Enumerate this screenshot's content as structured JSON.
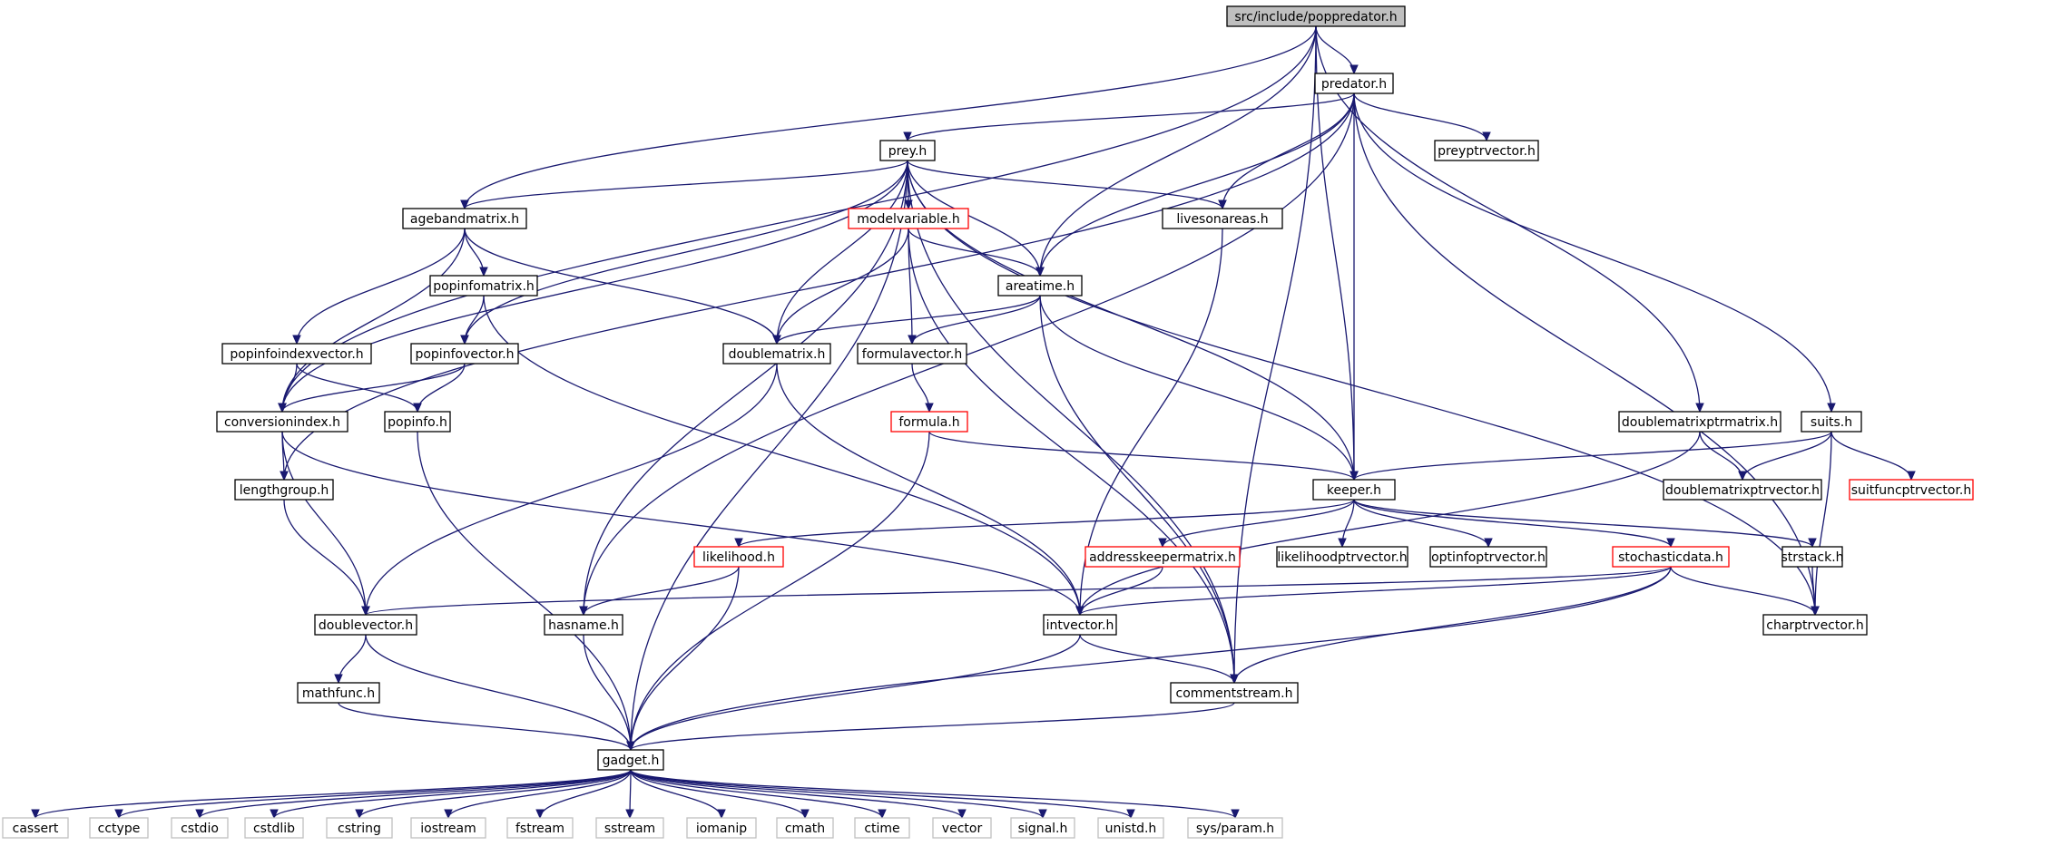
{
  "graph": {
    "title": "src/include/poppredator.h",
    "colors": {
      "edge": "#191970",
      "root_fill": "#bfbfbf",
      "node_border": "#000000",
      "missing_border": "#ff0000",
      "system_border": "#bfbfbf"
    },
    "nodes": [
      {
        "id": "poppredator",
        "label": "src/include/poppredator.h",
        "kind": "root"
      },
      {
        "id": "predator",
        "label": "predator.h",
        "kind": "file"
      },
      {
        "id": "preyptrvector",
        "label": "preyptrvector.h",
        "kind": "file"
      },
      {
        "id": "prey",
        "label": "prey.h",
        "kind": "file"
      },
      {
        "id": "agebandmatrix",
        "label": "agebandmatrix.h",
        "kind": "file"
      },
      {
        "id": "modelvariable",
        "label": "modelvariable.h",
        "kind": "missing"
      },
      {
        "id": "livesonareas",
        "label": "livesonareas.h",
        "kind": "file"
      },
      {
        "id": "popinfomatrix",
        "label": "popinfomatrix.h",
        "kind": "file"
      },
      {
        "id": "areatime",
        "label": "areatime.h",
        "kind": "file"
      },
      {
        "id": "popinfoindexvector",
        "label": "popinfoindexvector.h",
        "kind": "file"
      },
      {
        "id": "popinfovector",
        "label": "popinfovector.h",
        "kind": "file"
      },
      {
        "id": "doublematrix",
        "label": "doublematrix.h",
        "kind": "file"
      },
      {
        "id": "formulavector",
        "label": "formulavector.h",
        "kind": "file"
      },
      {
        "id": "conversionindex",
        "label": "conversionindex.h",
        "kind": "file"
      },
      {
        "id": "popinfo",
        "label": "popinfo.h",
        "kind": "file"
      },
      {
        "id": "formula",
        "label": "formula.h",
        "kind": "missing"
      },
      {
        "id": "doublematrixptrmatrix",
        "label": "doublematrixptrmatrix.h",
        "kind": "file"
      },
      {
        "id": "suits",
        "label": "suits.h",
        "kind": "file"
      },
      {
        "id": "lengthgroup",
        "label": "lengthgroup.h",
        "kind": "file"
      },
      {
        "id": "keeper",
        "label": "keeper.h",
        "kind": "file"
      },
      {
        "id": "doublematrixptrvector",
        "label": "doublematrixptrvector.h",
        "kind": "file"
      },
      {
        "id": "suitfuncptrvector",
        "label": "suitfuncptrvector.h",
        "kind": "missing"
      },
      {
        "id": "likelihood",
        "label": "likelihood.h",
        "kind": "missing"
      },
      {
        "id": "addresskeepermatrix",
        "label": "addresskeepermatrix.h",
        "kind": "missing"
      },
      {
        "id": "likelihoodptrvector",
        "label": "likelihoodptrvector.h",
        "kind": "file"
      },
      {
        "id": "optinfoptrvector",
        "label": "optinfoptrvector.h",
        "kind": "file"
      },
      {
        "id": "stochasticdata",
        "label": "stochasticdata.h",
        "kind": "missing"
      },
      {
        "id": "strstack",
        "label": "strstack.h",
        "kind": "file"
      },
      {
        "id": "doublevector",
        "label": "doublevector.h",
        "kind": "file"
      },
      {
        "id": "hasname",
        "label": "hasname.h",
        "kind": "file"
      },
      {
        "id": "intvector",
        "label": "intvector.h",
        "kind": "file"
      },
      {
        "id": "charptrvector",
        "label": "charptrvector.h",
        "kind": "file"
      },
      {
        "id": "mathfunc",
        "label": "mathfunc.h",
        "kind": "file"
      },
      {
        "id": "commentstream",
        "label": "commentstream.h",
        "kind": "file"
      },
      {
        "id": "gadget",
        "label": "gadget.h",
        "kind": "file"
      },
      {
        "id": "cassert",
        "label": "cassert",
        "kind": "system"
      },
      {
        "id": "cctype",
        "label": "cctype",
        "kind": "system"
      },
      {
        "id": "cstdio",
        "label": "cstdio",
        "kind": "system"
      },
      {
        "id": "cstdlib",
        "label": "cstdlib",
        "kind": "system"
      },
      {
        "id": "cstring",
        "label": "cstring",
        "kind": "system"
      },
      {
        "id": "iostream",
        "label": "iostream",
        "kind": "system"
      },
      {
        "id": "fstream",
        "label": "fstream",
        "kind": "system"
      },
      {
        "id": "sstream",
        "label": "sstream",
        "kind": "system"
      },
      {
        "id": "iomanip",
        "label": "iomanip",
        "kind": "system"
      },
      {
        "id": "cmath",
        "label": "cmath",
        "kind": "system"
      },
      {
        "id": "ctime",
        "label": "ctime",
        "kind": "system"
      },
      {
        "id": "vector",
        "label": "vector",
        "kind": "system"
      },
      {
        "id": "signal",
        "label": "signal.h",
        "kind": "system"
      },
      {
        "id": "unistd",
        "label": "unistd.h",
        "kind": "system"
      },
      {
        "id": "sysparam",
        "label": "sys/param.h",
        "kind": "system"
      }
    ],
    "edges": [
      [
        "poppredator",
        "predator"
      ],
      [
        "poppredator",
        "agebandmatrix"
      ],
      [
        "poppredator",
        "areatime"
      ],
      [
        "poppredator",
        "conversionindex"
      ],
      [
        "poppredator",
        "keeper"
      ],
      [
        "poppredator",
        "doublematrixptrmatrix"
      ],
      [
        "poppredator",
        "commentstream"
      ],
      [
        "predator",
        "preyptrvector"
      ],
      [
        "predator",
        "prey"
      ],
      [
        "predator",
        "livesonareas"
      ],
      [
        "predator",
        "areatime"
      ],
      [
        "predator",
        "keeper"
      ],
      [
        "predator",
        "suits"
      ],
      [
        "predator",
        "lengthgroup"
      ],
      [
        "predator",
        "charptrvector"
      ],
      [
        "predator",
        "hasname"
      ],
      [
        "prey",
        "agebandmatrix"
      ],
      [
        "prey",
        "modelvariable"
      ],
      [
        "prey",
        "livesonareas"
      ],
      [
        "prey",
        "areatime"
      ],
      [
        "prey",
        "doublematrix"
      ],
      [
        "prey",
        "popinfovector"
      ],
      [
        "prey",
        "conversionindex"
      ],
      [
        "prey",
        "keeper"
      ],
      [
        "prey",
        "hasname"
      ],
      [
        "prey",
        "gadget"
      ],
      [
        "prey",
        "charptrvector"
      ],
      [
        "prey",
        "commentstream"
      ],
      [
        "agebandmatrix",
        "popinfomatrix"
      ],
      [
        "agebandmatrix",
        "popinfoindexvector"
      ],
      [
        "agebandmatrix",
        "doublematrix"
      ],
      [
        "agebandmatrix",
        "conversionindex"
      ],
      [
        "modelvariable",
        "areatime"
      ],
      [
        "modelvariable",
        "doublematrix"
      ],
      [
        "modelvariable",
        "formulavector"
      ],
      [
        "modelvariable",
        "commentstream"
      ],
      [
        "livesonareas",
        "intvector"
      ],
      [
        "popinfomatrix",
        "popinfovector"
      ],
      [
        "popinfomatrix",
        "intvector"
      ],
      [
        "areatime",
        "doublematrix"
      ],
      [
        "areatime",
        "formulavector"
      ],
      [
        "areatime",
        "keeper"
      ],
      [
        "areatime",
        "commentstream"
      ],
      [
        "popinfoindexvector",
        "conversionindex"
      ],
      [
        "popinfoindexvector",
        "popinfo"
      ],
      [
        "popinfovector",
        "conversionindex"
      ],
      [
        "popinfovector",
        "popinfo"
      ],
      [
        "doublematrix",
        "doublevector"
      ],
      [
        "doublematrix",
        "intvector"
      ],
      [
        "formulavector",
        "formula"
      ],
      [
        "conversionindex",
        "lengthgroup"
      ],
      [
        "conversionindex",
        "doublevector"
      ],
      [
        "conversionindex",
        "intvector"
      ],
      [
        "popinfo",
        "gadget"
      ],
      [
        "formula",
        "keeper"
      ],
      [
        "formula",
        "gadget"
      ],
      [
        "doublematrixptrmatrix",
        "doublematrixptrvector"
      ],
      [
        "doublematrixptrmatrix",
        "intvector"
      ],
      [
        "suits",
        "keeper"
      ],
      [
        "suits",
        "doublematrixptrvector"
      ],
      [
        "suits",
        "suitfuncptrvector"
      ],
      [
        "suits",
        "charptrvector"
      ],
      [
        "lengthgroup",
        "doublevector"
      ],
      [
        "keeper",
        "likelihood"
      ],
      [
        "keeper",
        "addresskeepermatrix"
      ],
      [
        "keeper",
        "likelihoodptrvector"
      ],
      [
        "keeper",
        "optinfoptrvector"
      ],
      [
        "keeper",
        "stochasticdata"
      ],
      [
        "keeper",
        "strstack"
      ],
      [
        "likelihood",
        "hasname"
      ],
      [
        "likelihood",
        "gadget"
      ],
      [
        "addresskeepermatrix",
        "intvector"
      ],
      [
        "stochasticdata",
        "doublevector"
      ],
      [
        "stochasticdata",
        "intvector"
      ],
      [
        "stochasticdata",
        "charptrvector"
      ],
      [
        "stochasticdata",
        "commentstream"
      ],
      [
        "stochasticdata",
        "gadget"
      ],
      [
        "strstack",
        "charptrvector"
      ],
      [
        "doublevector",
        "mathfunc"
      ],
      [
        "doublevector",
        "gadget"
      ],
      [
        "hasname",
        "gadget"
      ],
      [
        "intvector",
        "commentstream"
      ],
      [
        "intvector",
        "gadget"
      ],
      [
        "mathfunc",
        "gadget"
      ],
      [
        "commentstream",
        "gadget"
      ],
      [
        "gadget",
        "cassert"
      ],
      [
        "gadget",
        "cctype"
      ],
      [
        "gadget",
        "cstdio"
      ],
      [
        "gadget",
        "cstdlib"
      ],
      [
        "gadget",
        "cstring"
      ],
      [
        "gadget",
        "iostream"
      ],
      [
        "gadget",
        "fstream"
      ],
      [
        "gadget",
        "sstream"
      ],
      [
        "gadget",
        "iomanip"
      ],
      [
        "gadget",
        "cmath"
      ],
      [
        "gadget",
        "ctime"
      ],
      [
        "gadget",
        "vector"
      ],
      [
        "gadget",
        "signal"
      ],
      [
        "gadget",
        "unistd"
      ],
      [
        "gadget",
        "sysparam"
      ]
    ]
  }
}
